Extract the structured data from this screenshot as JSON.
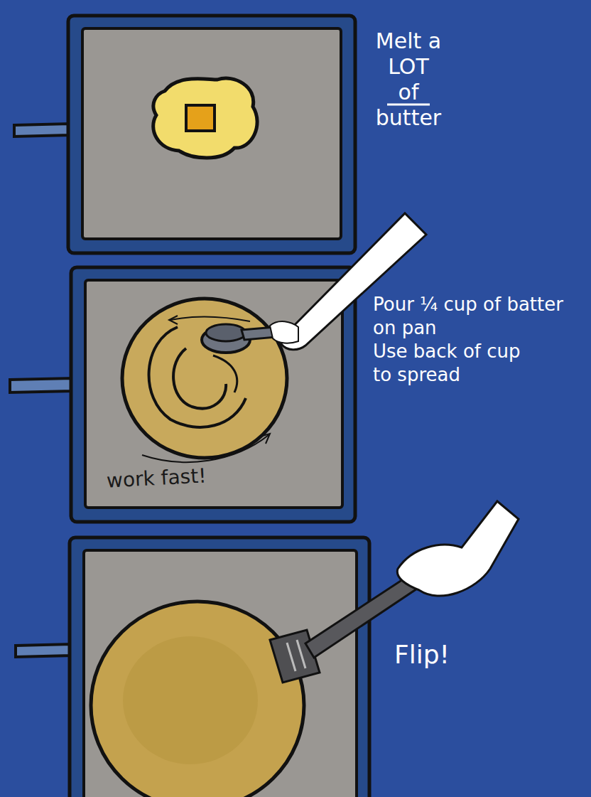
{
  "diagram": {
    "labels": [
      "Melt a LOT of butter",
      "Pour ¼ cup of batter on pan",
      "Use back of cup to spread",
      "work fast!",
      "Flip!"
    ]
  }
}
